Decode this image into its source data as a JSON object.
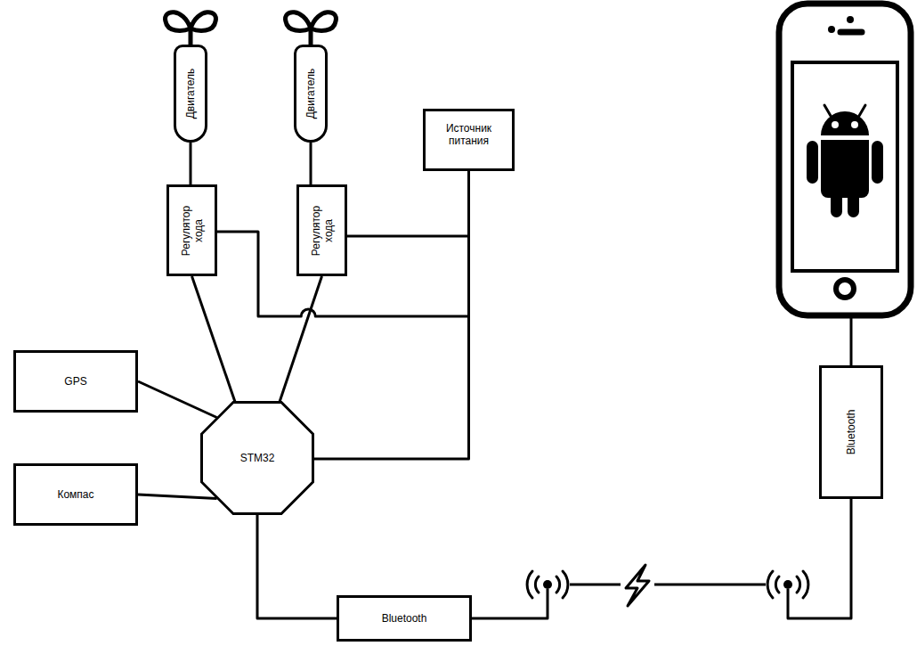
{
  "diagram": {
    "nodes": [
      {
        "text": [
          "Двигатель"
        ]
      },
      {
        "text": [
          "Двигатель"
        ]
      },
      {
        "text": [
          "Источник питания"
        ]
      },
      {
        "text": [
          "Регулятор хода"
        ]
      },
      {
        "text": [
          "Регулятор хода"
        ]
      },
      {
        "text": [
          "GPS"
        ]
      },
      {
        "text": [
          "STM32"
        ]
      },
      {
        "text": [
          "Компас"
        ]
      },
      {
        "text": [
          "Bluetooth"
        ]
      },
      {
        "text": [
          "Bluetooth"
        ]
      }
    ],
    "edges": [
      {
        "from": 0,
        "to": 3,
        "arrow": "none"
      },
      {
        "from": 1,
        "to": 4,
        "arrow": "none"
      },
      {
        "from": 2,
        "to": 4,
        "arrow": "none"
      },
      {
        "from": 2,
        "to": 3,
        "arrow": "none"
      },
      {
        "from": 2,
        "to": 6,
        "arrow": "none"
      },
      {
        "from": 3,
        "to": 6,
        "arrow": "none"
      },
      {
        "from": 4,
        "to": 6,
        "arrow": "none"
      },
      {
        "from": 5,
        "to": 6,
        "arrow": "none"
      },
      {
        "from": 7,
        "to": 6,
        "arrow": "none"
      },
      {
        "from": 6,
        "to": 8,
        "arrow": "none"
      },
      {
        "from": 8,
        "to": 9,
        "arrow": "none"
      }
    ]
  }
}
